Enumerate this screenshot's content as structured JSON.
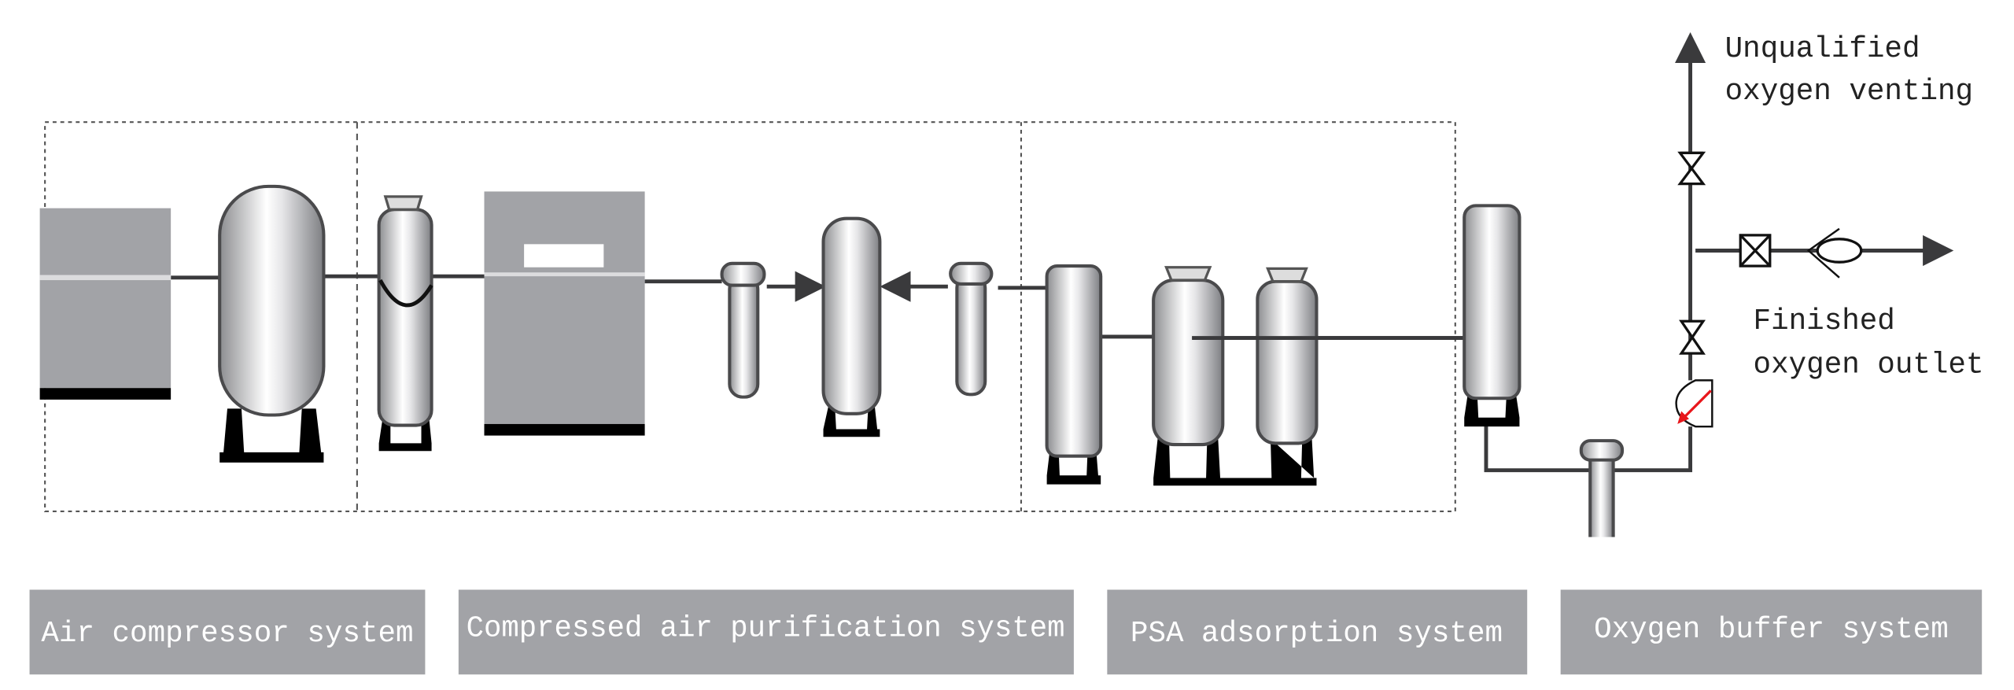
{
  "labels": {
    "unqualified_line1": "Unqualified",
    "unqualified_line2": "oxygen venting",
    "finished_line1": "Finished",
    "finished_line2": "oxygen outlet"
  },
  "systems": [
    {
      "label": "Air compressor system"
    },
    {
      "label": "Compressed air purification system"
    },
    {
      "label": "PSA adsorption system"
    },
    {
      "label": "Oxygen buffer system"
    }
  ],
  "colors": {
    "panel": "#a2a3a7",
    "gauge_needle": "#e8161b",
    "pipe": "#3a3a3c"
  }
}
